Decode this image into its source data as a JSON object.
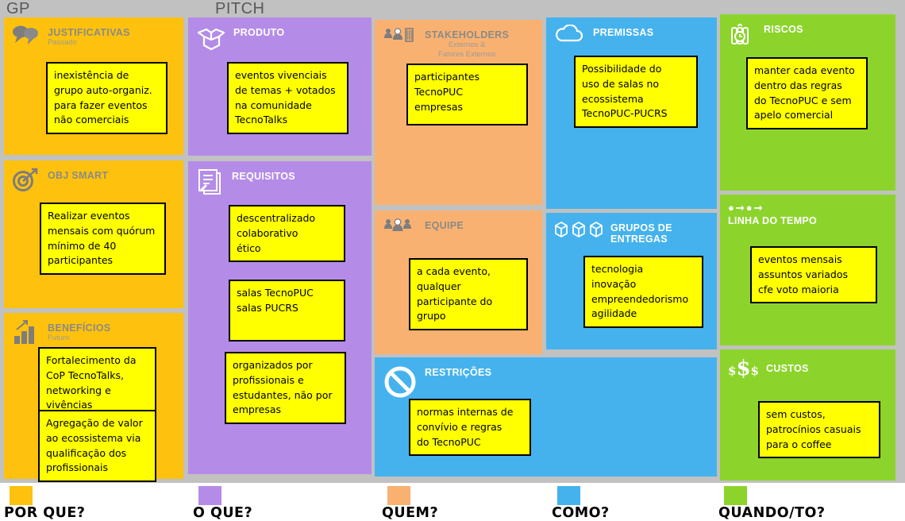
{
  "header": {
    "gp": "GP",
    "pitch": "PITCH"
  },
  "colors": {
    "background": "#c1c1c1",
    "amber": "#fec10d",
    "purple": "#b48ce8",
    "peach": "#f9b172",
    "blue": "#45b2ee",
    "green": "#8cd42c",
    "sticky_note": "#ffff00"
  },
  "sections": {
    "justificativas": {
      "title": "JUSTIFICATIVAS",
      "subtitle": "Passado",
      "icon": "speech-bubbles-icon",
      "notes": [
        "inexistência de\ngrupo auto-organiz.\npara fazer eventos\nnão comerciais"
      ]
    },
    "obj_smart": {
      "title": "OBJ SMART",
      "icon": "target-icon",
      "notes": [
        "Realizar eventos\nmensais com quórum\nmínimo de 40\nparticipantes"
      ]
    },
    "beneficios": {
      "title": "BENEFÍCIOS",
      "subtitle": "Futuro",
      "icon": "bar-chart-icon",
      "notes": [
        "Fortalecimento da\nCoP TecnoTalks,\nnetworking e\nvivências",
        "Agregação de valor\nao ecossistema via\nqualificação dos\nprofissionais"
      ]
    },
    "produto": {
      "title": "PRODUTO",
      "icon": "open-box-icon",
      "notes": [
        "eventos vivenciais\nde temas + votados\nna comunidade\nTecnoTalks"
      ]
    },
    "requisitos": {
      "title": "REQUISITOS",
      "icon": "documents-icon",
      "notes": [
        "descentralizado\ncolaborativo\nético",
        "salas TecnoPUC\nsalas PUCRS",
        "organizados por\nprofissionais e\nestudantes, não por\nempresas"
      ]
    },
    "stakeholders": {
      "title": "STAKEHOLDERS",
      "subtitle": "Externos &\nFatores Externos",
      "icon": "people-building-icon",
      "notes": [
        "participantes\nTecnoPUC\nempresas"
      ]
    },
    "equipe": {
      "title": "EQUIPE",
      "icon": "people-group-icon",
      "notes": [
        "a cada evento,\nqualquer\nparticipante do\ngrupo"
      ]
    },
    "premissas": {
      "title": "PREMISSAS",
      "icon": "cloud-icon",
      "notes": [
        "Possibilidade do\nuso de salas no\necossistema\nTecnoPUC-PUCRS"
      ]
    },
    "grupos_entregas": {
      "title": "GRUPOS DE\nENTREGAS",
      "icon": "cubes-icon",
      "notes": [
        "tecnologia\ninovação\nempreendedorismo\nagilidade"
      ]
    },
    "restricoes": {
      "title": "RESTRIÇÕES",
      "icon": "no-entry-icon",
      "notes": [
        "normas internas de\nconvívio e regras\ndo TecnoPUC"
      ]
    },
    "riscos": {
      "title": "RISCOS",
      "icon": "dynamite-icon",
      "notes": [
        "manter cada evento\ndentro das regras\ndo TecnoPUC e sem\napelo comercial"
      ]
    },
    "linha_tempo": {
      "title": "LINHA DO TEMPO",
      "icon": "timeline-icon",
      "timeline_glyph": "●➞●➞",
      "notes": [
        "eventos mensais\nassuntos variados\ncfe voto maioria"
      ]
    },
    "custos": {
      "title": "CUSTOS",
      "icon": "dollars-icon",
      "dollar_small": "$",
      "dollar_big": "$",
      "notes": [
        "sem custos,\npatrocínios casuais\npara o coffee"
      ]
    }
  },
  "legend": {
    "items": [
      {
        "label": "POR QUE?",
        "color": "#fec10d"
      },
      {
        "label": "O QUE?",
        "color": "#b48ce8"
      },
      {
        "label": "QUEM?",
        "color": "#f9b172"
      },
      {
        "label": "COMO?",
        "color": "#45b2ee"
      },
      {
        "label": "QUANDO/TO?",
        "color": "#8cd42c"
      }
    ]
  }
}
